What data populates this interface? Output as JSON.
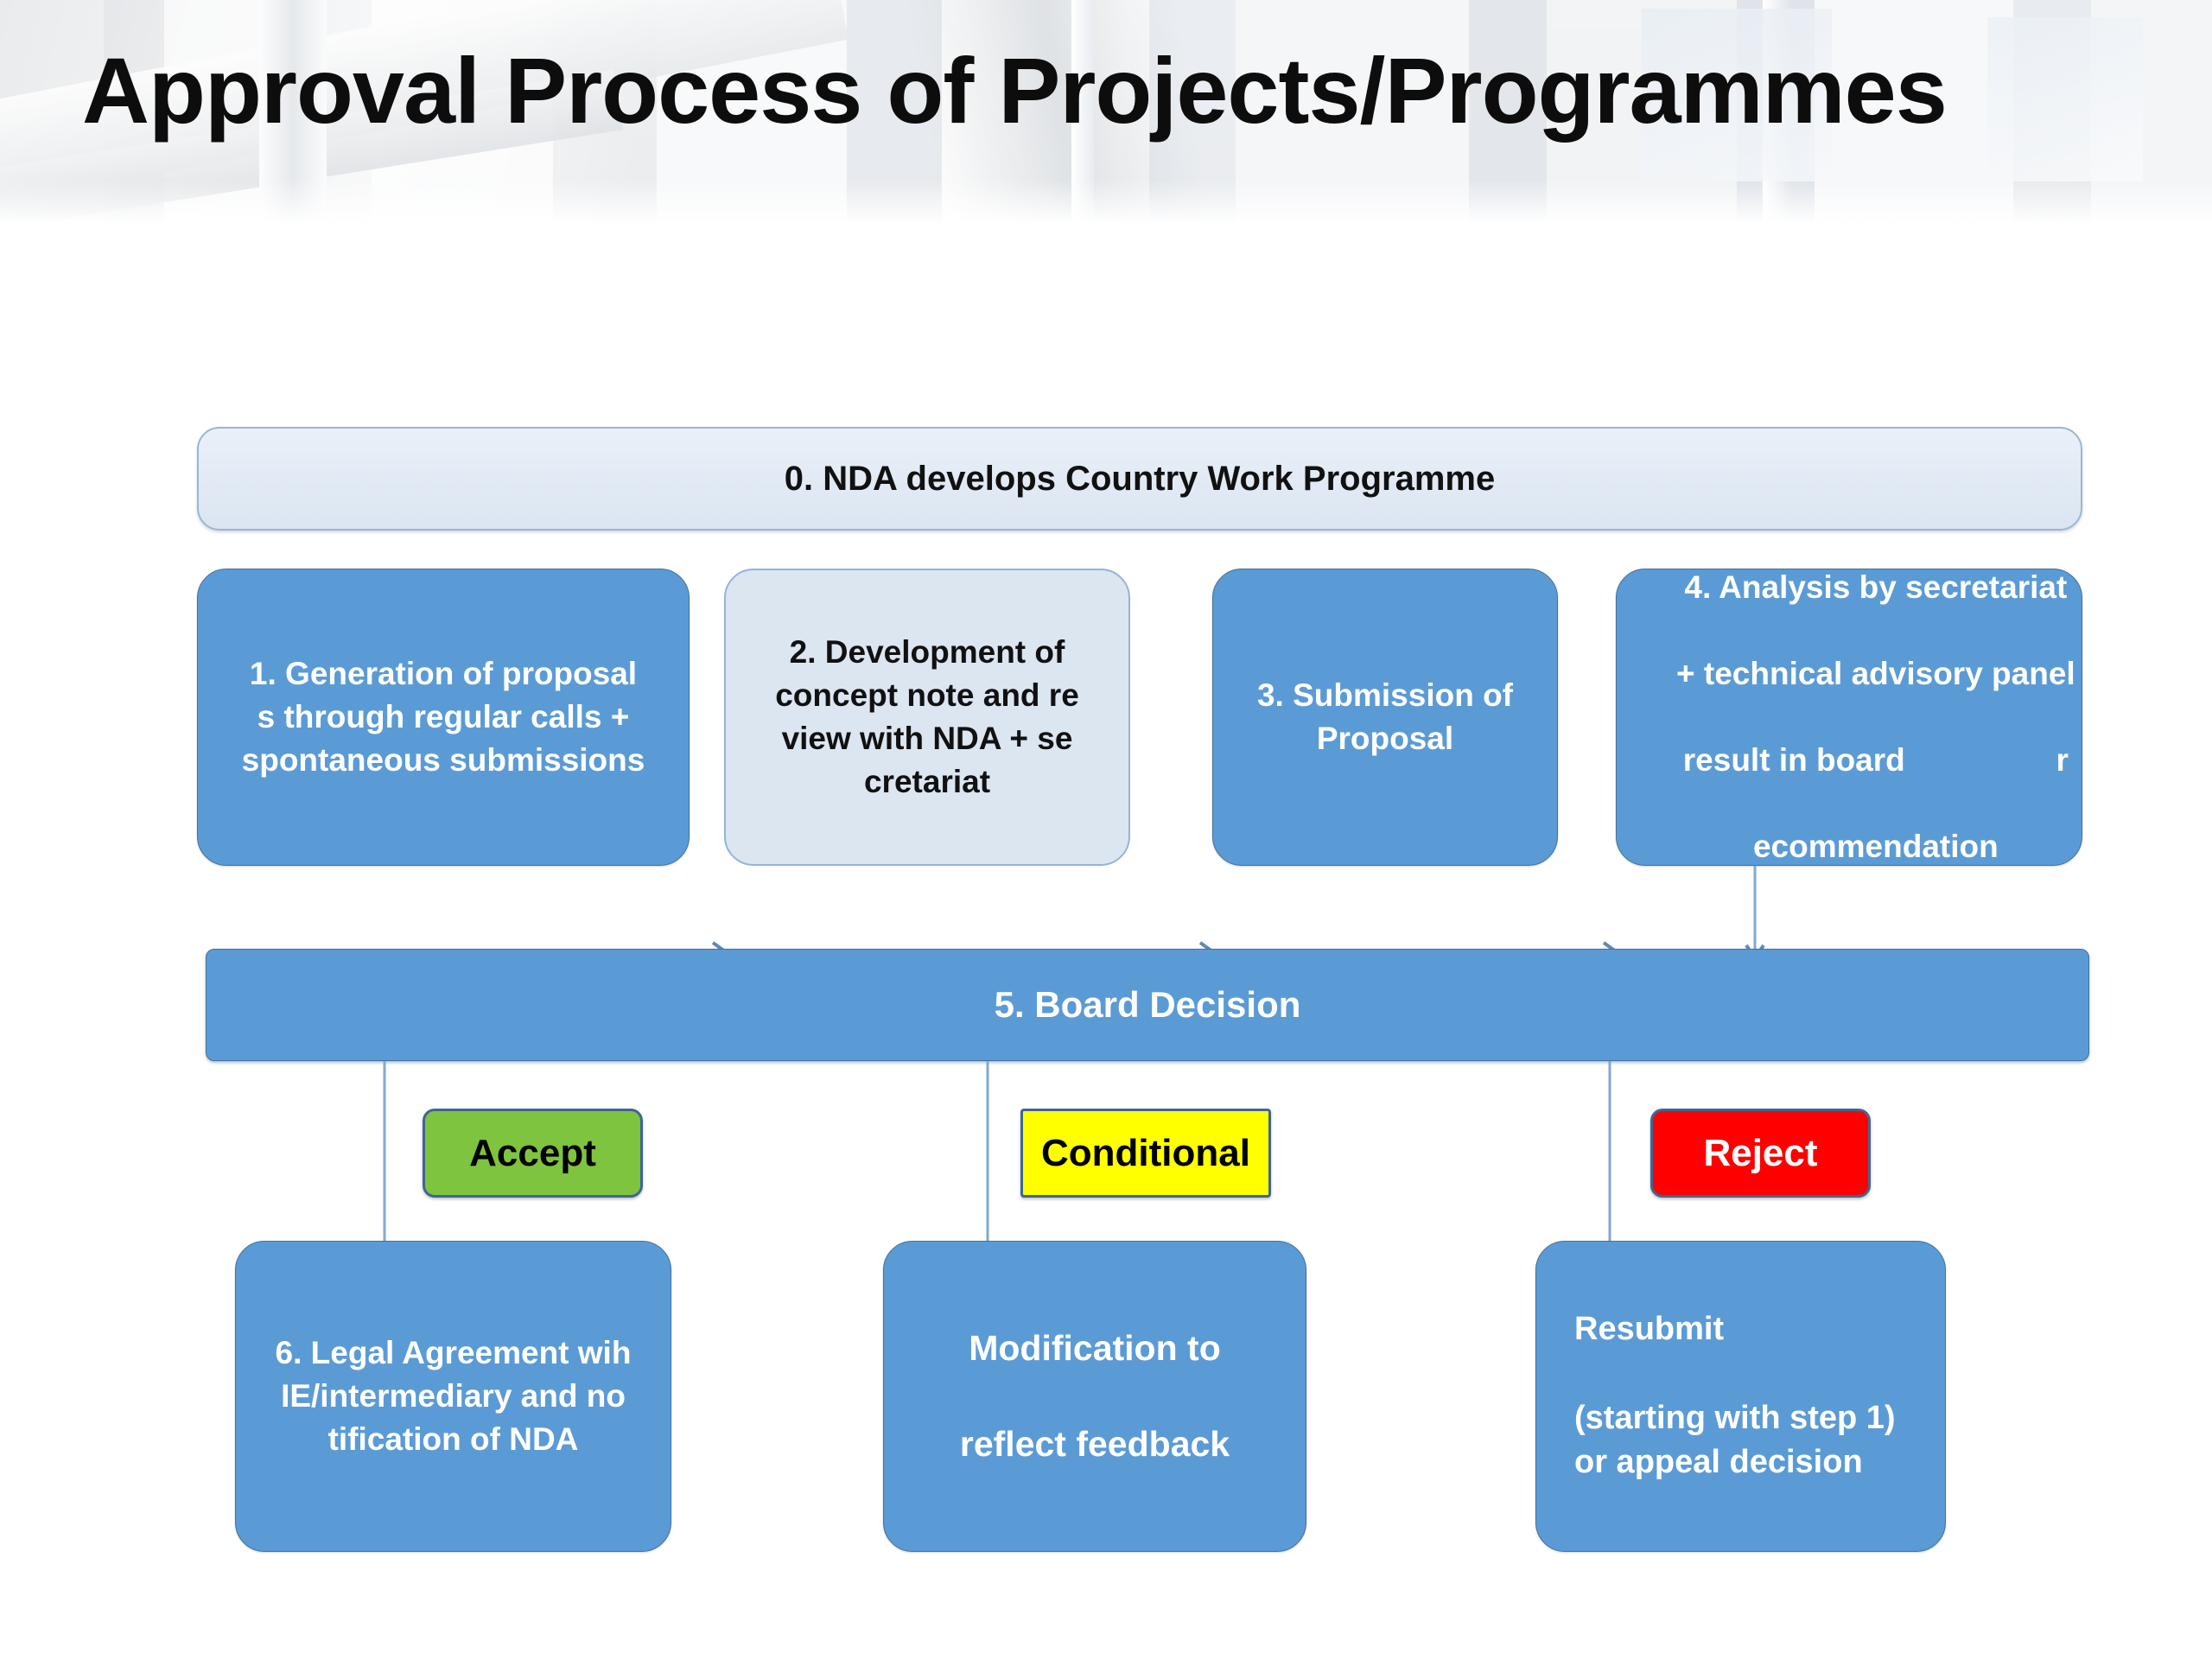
{
  "title": "Approval Process of Projects/Programmes",
  "flow": {
    "step0": {
      "label": "0. NDA develops Country Work Programme"
    },
    "row1": [
      {
        "id": "step1",
        "lines": [
          "1. Generation of proposal",
          "s through regular calls +",
          "spontaneous submissions"
        ],
        "style": "blue"
      },
      {
        "id": "step2",
        "lines": [
          "2. Development of",
          "concept note and  re",
          "view with NDA +   se",
          "cretariat"
        ],
        "style": "lightblue"
      },
      {
        "id": "step3",
        "lines": [
          "3. Submission of",
          "Proposal"
        ],
        "style": "blue"
      },
      {
        "id": "step4",
        "lines": [
          "4. Analysis by secretariat",
          "+ technical advisory panel",
          "result in board                 r",
          "ecommendation"
        ],
        "style": "blue"
      }
    ],
    "step5": {
      "label": "5. Board Decision"
    },
    "decisions": [
      {
        "id": "accept",
        "label": "Accept",
        "color": "#7ec43f",
        "text_color": "#000000"
      },
      {
        "id": "conditional",
        "label": "Conditional",
        "color": "#ffff00",
        "text_color": "#000000"
      },
      {
        "id": "reject",
        "label": "Reject",
        "color": "#fe0000",
        "text_color": "#ffffff"
      }
    ],
    "outcomes": [
      {
        "id": "step6",
        "lines": [
          "6. Legal Agreement wih",
          "IE/intermediary and no",
          "tification of NDA"
        ],
        "align": "center"
      },
      {
        "id": "modification",
        "lines": [
          "Modification to",
          "",
          "reflect feedback"
        ],
        "align": "center"
      },
      {
        "id": "resubmit",
        "lines": [
          "Resubmit",
          "",
          "(starting with step 1)",
          "or appeal decision"
        ],
        "align": "left"
      }
    ]
  },
  "colors": {
    "process_blue": "#5b9bd5",
    "process_blue_border": "#41719c",
    "light_blue": "#dce6f1",
    "light_blue_border": "#95b3d7",
    "connector": "#82a9d0",
    "accept_green": "#7ec43f",
    "conditional_yellow": "#ffff00",
    "reject_red": "#fe0000",
    "title_text": "#0d0d0d"
  }
}
